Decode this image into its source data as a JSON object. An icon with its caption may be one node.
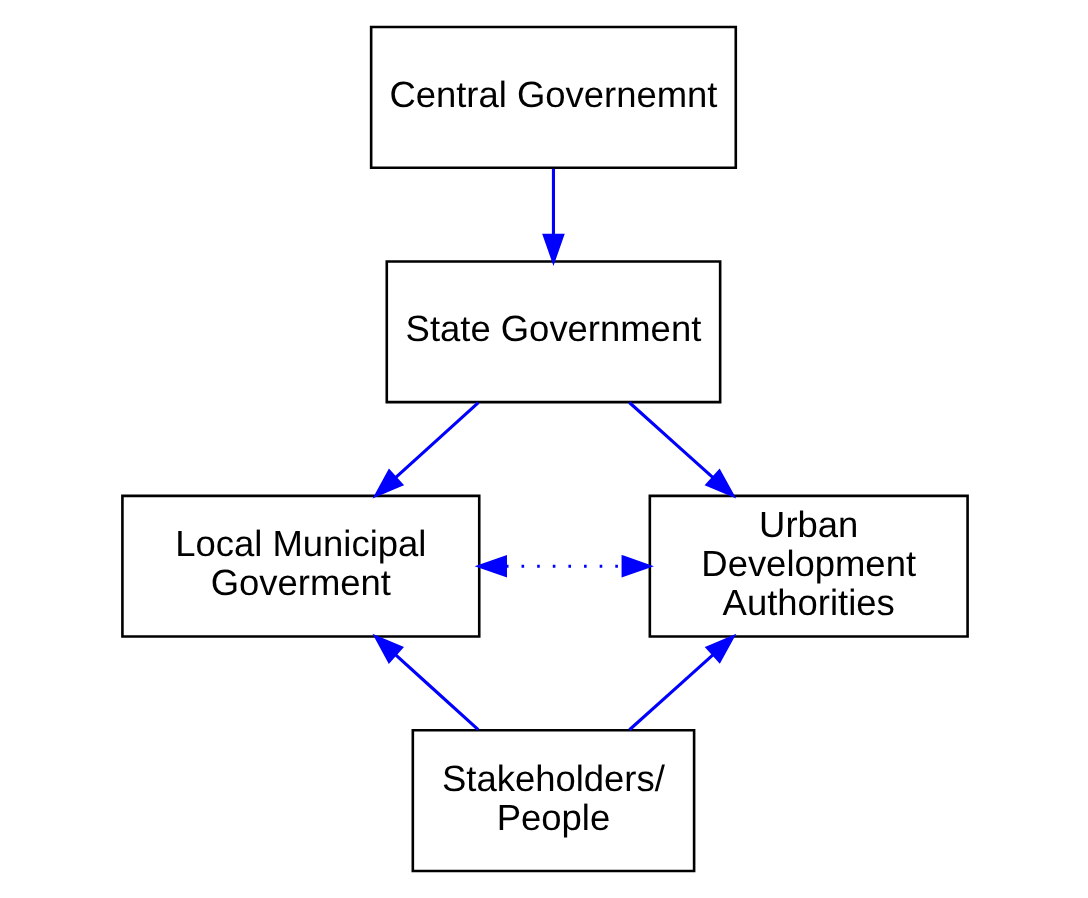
{
  "diagram": {
    "nodes": [
      {
        "text": [
          "Central Governemnt"
        ]
      },
      {
        "text": [
          "State Government"
        ]
      },
      {
        "text": [
          "Local Municipal Goverment"
        ]
      },
      {
        "text": [
          "Urban Development Authorities"
        ]
      },
      {
        "text": [
          "Stakeholders/ People"
        ]
      }
    ],
    "edges": [
      {
        "from": 0,
        "to": 1,
        "arrow": "to"
      },
      {
        "from": 1,
        "to": 2,
        "arrow": "to"
      },
      {
        "from": 1,
        "to": 3,
        "arrow": "to"
      },
      {
        "from": 2,
        "to": 3,
        "arrow": "both",
        "style": "dashed"
      },
      {
        "from": 4,
        "to": 2,
        "arrow": "to"
      },
      {
        "from": 4,
        "to": 3,
        "arrow": "to"
      }
    ]
  }
}
